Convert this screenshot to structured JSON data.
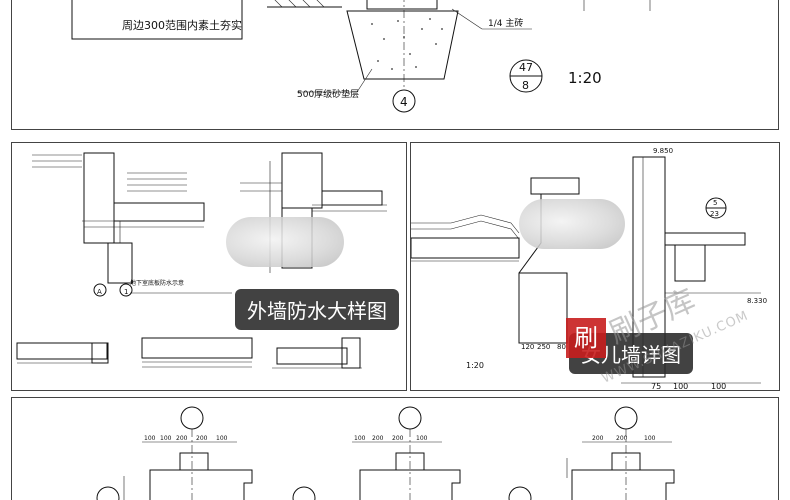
{
  "top_panel": {
    "note_compact": "周边300范围内素土夯实",
    "label_brick": "1/4 主砖",
    "label_gravel": "500厚级砂垫层",
    "circle_number": "4",
    "index_top": "47",
    "index_bottom": "8",
    "scale": "1:20"
  },
  "left_panel": {
    "caption": "外墙防水大样图",
    "grid_a": "A",
    "grid_1": "1"
  },
  "right_panel": {
    "caption": "女儿墙详图",
    "dim_120": "120",
    "dim_250": "250",
    "dim_80": "80",
    "dim_75": "75",
    "dim_100": "100",
    "dim_100b": "100",
    "scale_note": "1:20",
    "index_top": "5",
    "index_bottom": "23",
    "dim_top": "9.850",
    "dim_right": "8.330"
  },
  "bottom_panel": {
    "dims_1": [
      "100",
      "100",
      "200",
      "200",
      "100"
    ],
    "dims_2": [
      "100",
      "200",
      "200",
      "100"
    ],
    "dims_3": [
      "200",
      "200",
      "100"
    ]
  },
  "watermark": {
    "text": "刷子库",
    "url": "WWW.SHUAZIKU.COM",
    "badge": "刷"
  }
}
